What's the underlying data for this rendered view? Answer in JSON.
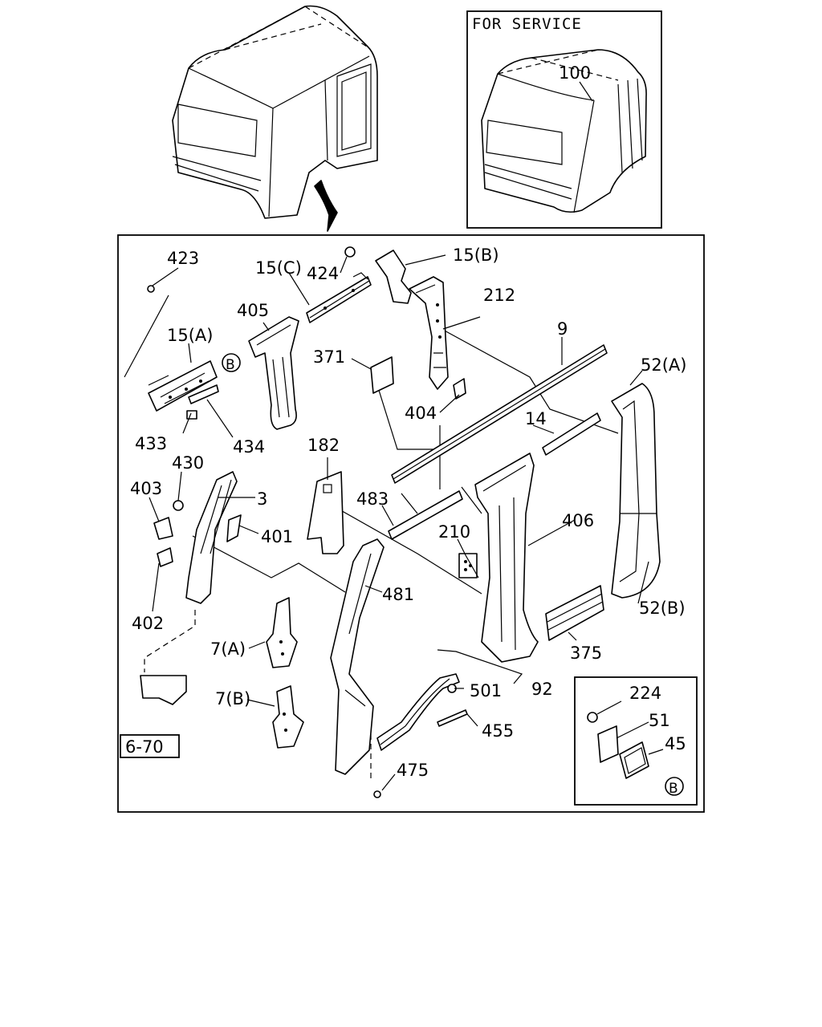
{
  "service_box": {
    "title": "FOR SERVICE",
    "callout": "100"
  },
  "reference_box": {
    "label": "6-70"
  },
  "parts": {
    "p423": "423",
    "p15c": "15(C)",
    "p424": "424",
    "p15b": "15(B)",
    "p212": "212",
    "p405": "405",
    "p15a": "15(A)",
    "p371": "371",
    "p9": "9",
    "p52a": "52(A)",
    "p433": "433",
    "p434": "434",
    "p404": "404",
    "p14": "14",
    "p430": "430",
    "p182": "182",
    "p403": "403",
    "p3": "3",
    "p483": "483",
    "p406": "406",
    "p401": "401",
    "p210": "210",
    "p481": "481",
    "p402": "402",
    "p52b": "52(B)",
    "p7a": "7(A)",
    "p375": "375",
    "p501": "501",
    "p92": "92",
    "p224": "224",
    "p7b": "7(B)",
    "p51": "51",
    "p455": "455",
    "p45": "45",
    "p475": "475"
  },
  "markers": {
    "b1": "B",
    "b2": "B"
  }
}
